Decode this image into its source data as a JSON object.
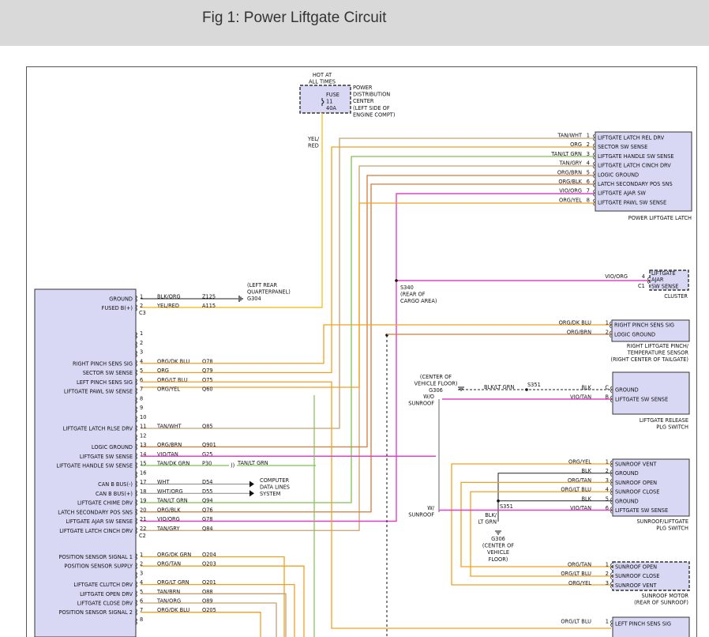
{
  "title": "Fig 1: Power Liftgate Circuit",
  "colors": {
    "box_fill": "#d8d8f4",
    "box_stroke": "#333333",
    "wire_pink": "#e040c8",
    "wire_orange": "#f0a020",
    "wire_tan": "#c8a070",
    "wire_green": "#80c050",
    "wire_orgbrn": "#d47a3a",
    "wire_black": "#222222",
    "wire_gray": "#888888"
  },
  "fuse": {
    "hot_label": [
      "HOT AT",
      "ALL TIMES"
    ],
    "fuse_label": [
      "FUSE",
      "11",
      "40A"
    ],
    "desc": [
      "POWER",
      "DISTRIBUTION",
      "CENTER",
      "(LEFT SIDE OF",
      "ENGINE COMPT)"
    ],
    "wire_color": [
      "YEL/",
      "RED"
    ]
  },
  "latch": {
    "title": "POWER LIFTGATE LATCH",
    "pins": [
      {
        "color": "TAN/WHT",
        "num": "1",
        "name": "LIFTGATE LATCH REL DRV"
      },
      {
        "color": "ORG",
        "num": "2",
        "name": "SECTOR SW SENSE"
      },
      {
        "color": "TAN/LT GRN",
        "num": "3",
        "name": "LIFTGATE HANDLE SW SENSE"
      },
      {
        "color": "TAN/GRY",
        "num": "4",
        "name": "LIFTGATE LATCH CINCH DRV"
      },
      {
        "color": "ORG/BRN",
        "num": "5",
        "name": "LOGIC GROUND"
      },
      {
        "color": "ORG/BLK",
        "num": "6",
        "name": "LATCH SECONDARY POS SNS"
      },
      {
        "color": "VIO/ORG",
        "num": "7",
        "name": "LIFTGATE AJAR SW"
      },
      {
        "color": "ORG/YEL",
        "num": "8",
        "name": "LIFTGATE PAWL SW SENSE"
      }
    ]
  },
  "cluster": {
    "label": "CLUSTER",
    "pin_text": [
      "LIFTGATE",
      "AJAR",
      "SW SENSE"
    ],
    "wire": "VIO/ORG",
    "pin": "4",
    "conn": "C1"
  },
  "splice_s340": [
    "S340",
    "(REAR OF",
    "CARGO AREA)"
  ],
  "ground_g304": [
    "(LEFT REAR",
    "QUARTERPANEL)",
    "G304"
  ],
  "module": {
    "c3_pins": [
      {
        "num": "1",
        "name": "GROUND",
        "color": "BLK/ORG",
        "circuit": "Z125"
      },
      {
        "num": "2",
        "name": "FUSED B(+)",
        "color": "YEL/RED",
        "circuit": "A115"
      }
    ],
    "c3_label": "C3",
    "c2_pins": [
      {
        "num": "1",
        "name": "",
        "color": "",
        "circuit": ""
      },
      {
        "num": "2",
        "name": "",
        "color": "",
        "circuit": ""
      },
      {
        "num": "3",
        "name": "",
        "color": "",
        "circuit": ""
      },
      {
        "num": "4",
        "name": "RIGHT PINCH SENS SIG",
        "color": "ORG/DK BLU",
        "circuit": "Q78"
      },
      {
        "num": "5",
        "name": "SECTOR SW SENSE",
        "color": "ORG",
        "circuit": "Q79"
      },
      {
        "num": "6",
        "name": "LEFT PINCH SENS SIG",
        "color": "ORG/LT BLU",
        "circuit": "Q75"
      },
      {
        "num": "7",
        "name": "LIFTGATE PAWL SW SENSE",
        "color": "ORG/YEL",
        "circuit": "Q60"
      },
      {
        "num": "8",
        "name": "",
        "color": "",
        "circuit": ""
      },
      {
        "num": "9",
        "name": "",
        "color": "",
        "circuit": ""
      },
      {
        "num": "10",
        "name": "",
        "color": "",
        "circuit": ""
      },
      {
        "num": "11",
        "name": "LIFTGATE LATCH RLSE DRV",
        "color": "TAN/WHT",
        "circuit": "Q85"
      },
      {
        "num": "12",
        "name": "",
        "color": "",
        "circuit": ""
      },
      {
        "num": "13",
        "name": "LOGIC GROUND",
        "color": "ORG/BRN",
        "circuit": "Q901"
      },
      {
        "num": "14",
        "name": "LIFTGATE SW SENSE",
        "color": "VIO/TAN",
        "circuit": "G25"
      },
      {
        "num": "15",
        "name": "LIFTGATE HANDLE SW SENSE",
        "color": "TAN/DK GRN",
        "circuit": "P30"
      },
      {
        "num": "16",
        "name": "",
        "color": "",
        "circuit": ""
      },
      {
        "num": "17",
        "name": "CAN B BUS(-)",
        "color": "WHT",
        "circuit": "D54"
      },
      {
        "num": "18",
        "name": "CAN B BUS(+)",
        "color": "WHT/ORG",
        "circuit": "D55"
      },
      {
        "num": "19",
        "name": "LIFTGATE CHIME DRV",
        "color": "TAN/LT GRN",
        "circuit": "Q94"
      },
      {
        "num": "20",
        "name": "LATCH SECONDARY POS SNS",
        "color": "ORG/BLK",
        "circuit": "Q76"
      },
      {
        "num": "21",
        "name": "LIFTGATE AJAR SW SENSE",
        "color": "VIO/ORG",
        "circuit": "G78"
      },
      {
        "num": "22",
        "name": "LIFTGATE LATCH CINCH DRV",
        "color": "TAN/GRY",
        "circuit": "Q84"
      }
    ],
    "c2_label": "C2",
    "c1_pins": [
      {
        "num": "1",
        "name": "POSITION SENSOR SIGNAL 1",
        "color": "ORG/DK GRN",
        "circuit": "Q204"
      },
      {
        "num": "2",
        "name": "POSITION SENSOR SUPPLY",
        "color": "ORG/TAN",
        "circuit": "Q203"
      },
      {
        "num": "3",
        "name": "",
        "color": "",
        "circuit": ""
      },
      {
        "num": "4",
        "name": "LIFTGATE CLUTCH DRV",
        "color": "ORG/LT GRN",
        "circuit": "Q201"
      },
      {
        "num": "5",
        "name": "LIFTGATE OPEN DRV",
        "color": "TAN/BRN",
        "circuit": "Q88"
      },
      {
        "num": "6",
        "name": "LIFTGATE CLOSE DRV",
        "color": "TAN/ORG",
        "circuit": "Q89"
      },
      {
        "num": "7",
        "name": "POSITION SENSOR SIGNAL 2",
        "color": "ORG/DK BLU",
        "circuit": "Q205"
      },
      {
        "num": "8",
        "name": "",
        "color": "",
        "circuit": ""
      }
    ],
    "tan_lt_grn_label": "TAN/LT GRN",
    "computer_data_lines": [
      "COMPUTER",
      "DATA LINES",
      "SYSTEM"
    ]
  },
  "right_pinch": {
    "title": [
      "RIGHT LIFTGATE PINCH/",
      "TEMPERATURE SENSOR",
      "(RIGHT CENTER OF TAILGATE)"
    ],
    "pins": [
      {
        "color": "ORG/DK BLU",
        "num": "1",
        "name": "RIGHT PINCH SENS SIG"
      },
      {
        "color": "ORG/BRN",
        "num": "2",
        "name": "LOGIC GROUND"
      }
    ]
  },
  "release_switch": {
    "title": [
      "LIFTGATE RELEASE",
      "PLG SWITCH"
    ],
    "pins": [
      {
        "color": "BLK",
        "num": "C",
        "name": "GROUND"
      },
      {
        "color": "VIO/TAN",
        "num": "B",
        "name": "LIFTGATE SW SENSE"
      }
    ],
    "ground_label": [
      "(CENTER OF",
      "VEHICLE FLOOR)",
      "G306"
    ],
    "splice": "S351",
    "wire": "BLK/LT GRN",
    "wo_sunroof": [
      "W/O",
      "SUNROOF"
    ],
    "w_sunroof": [
      "W/",
      "SUNROOF"
    ]
  },
  "sunroof_switch": {
    "title": [
      "SUNROOF/LIFTGATE",
      "PLG SWITCH"
    ],
    "pins": [
      {
        "color": "ORG/YEL",
        "num": "1",
        "name": "SUNROOF VENT"
      },
      {
        "color": "BLK",
        "num": "2",
        "name": "GROUND"
      },
      {
        "color": "ORG/TAN",
        "num": "3",
        "name": "SUNROOF OPEN"
      },
      {
        "color": "ORG/LT BLU",
        "num": "4",
        "name": "SUNROOF CLOSE"
      },
      {
        "color": "BLK",
        "num": "5",
        "name": "GROUND"
      },
      {
        "color": "VIO/TAN",
        "num": "6",
        "name": "LIFTGATE SW SENSE"
      }
    ],
    "splice": "S351",
    "wire": [
      "BLK/",
      "LT GRN"
    ],
    "ground_label": [
      "G306",
      "(CENTER OF",
      "VEHICLE",
      "FLOOR)"
    ]
  },
  "sunroof_motor": {
    "title": [
      "SUNROOF MOTOR",
      "(REAR OF SUNROOF)"
    ],
    "pins": [
      {
        "color": "ORG/TAN",
        "num": "1",
        "name": "SUNROOF OPEN"
      },
      {
        "color": "ORG/LT BLU",
        "num": "2",
        "name": "SUNROOF CLOSE"
      },
      {
        "color": "ORG/YEL",
        "num": "3",
        "name": "SUNROOF VENT"
      }
    ]
  },
  "left_pinch": {
    "pins": [
      {
        "color": "ORG/LT BLU",
        "num": "1",
        "name": "LEFT PINCH SENS SIG"
      }
    ]
  }
}
